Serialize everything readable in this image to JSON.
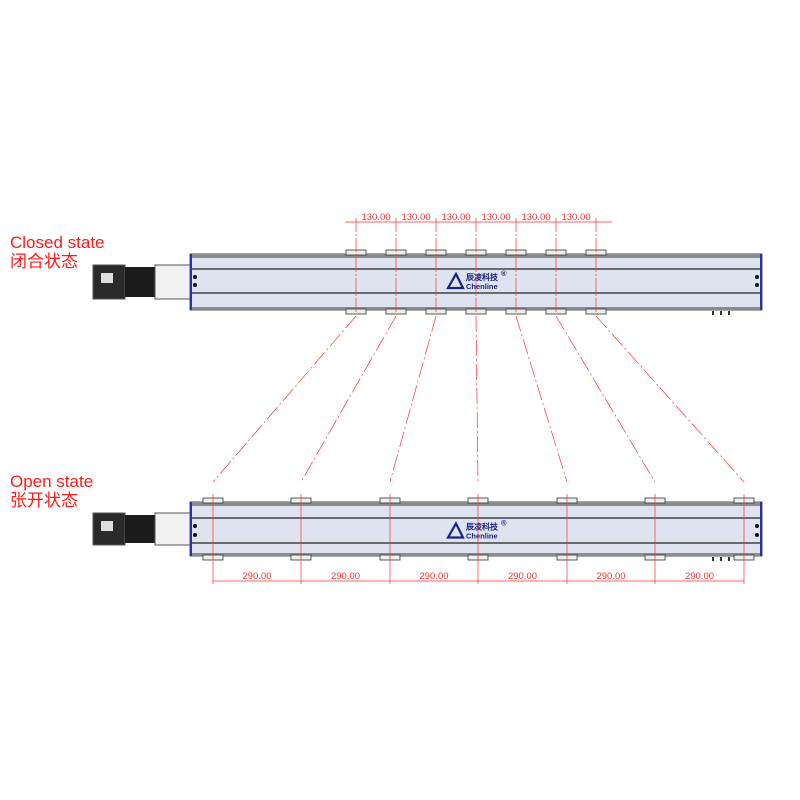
{
  "closed": {
    "label_en": "Closed state",
    "label_cn": "闭合状态",
    "spacing_label": "130.00",
    "dimensions": [
      "130.00",
      "130.00",
      "130.00",
      "130.00",
      "130.00",
      "130.00"
    ]
  },
  "open": {
    "label_en": "Open state",
    "label_cn": "张开状态",
    "spacing_label": "290.00",
    "dimensions": [
      "290.00",
      "290.00",
      "290.00",
      "290.00",
      "290.00",
      "290.00"
    ]
  },
  "logo": {
    "cn": "辰凌科技",
    "en": "Chenline",
    "mark": "®"
  },
  "colors": {
    "dimension": "#ff3030",
    "rail": "#dde3ef",
    "end_cap": "#2b2fb8",
    "logo": "#1a237e"
  }
}
